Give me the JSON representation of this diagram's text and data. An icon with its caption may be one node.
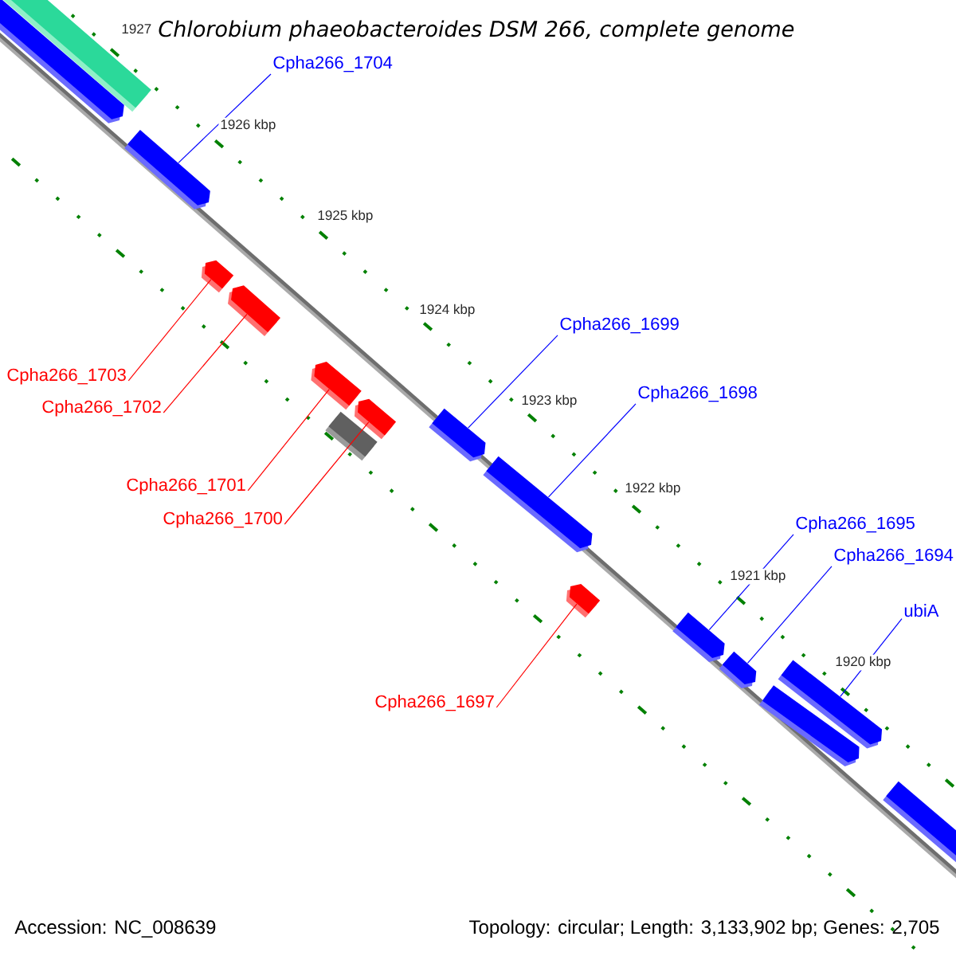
{
  "diagram": {
    "title": "Chlorobium phaeobacteroides DSM 266, complete genome",
    "nodes": [
      {
        "text": [],
        "shape": "bar"
      },
      {
        "text": [],
        "shape": "bar"
      },
      {
        "text": [
          "Cpha266_1704"
        ]
      },
      {
        "text": [],
        "shape": "bar"
      },
      {
        "text": [],
        "shape": "bar"
      },
      {
        "text": [],
        "shape": "bar"
      },
      {
        "text": [
          "Cpha266_1703"
        ]
      },
      {
        "text": [
          "Cpha266_1702"
        ]
      },
      {
        "text": [],
        "shape": "bar"
      },
      {
        "text": [],
        "shape": "bar"
      },
      {
        "text": [],
        "shape": "box"
      },
      {
        "text": [
          "Cpha266_1701"
        ]
      },
      {
        "text": [
          "Cpha266_1700"
        ]
      },
      {
        "text": [
          "Cpha266_1699"
        ]
      },
      {
        "text": [],
        "shape": "bar"
      },
      {
        "text": [
          "Cpha266_1698"
        ]
      },
      {
        "text": [],
        "shape": "bar"
      },
      {
        "text": [],
        "shape": "bar"
      },
      {
        "text": [
          "Cpha266_1697"
        ]
      },
      {
        "text": [
          "Cpha266_1695"
        ]
      },
      {
        "text": [
          "Cpha266_1694"
        ]
      },
      {
        "text": [],
        "shape": "bar"
      },
      {
        "text": [],
        "shape": "bar"
      },
      {
        "text": [
          "ubiA"
        ]
      },
      {
        "text": [],
        "shape": "bar"
      },
      {
        "text": [],
        "shape": "bar"
      },
      {
        "text": [],
        "shape": "bar"
      }
    ],
    "edges": [
      {
        "from": 2,
        "to": 3,
        "arrow": "none"
      },
      {
        "from": 6,
        "to": 4,
        "arrow": "none",
        "color": "#ff0000"
      },
      {
        "from": 7,
        "to": 5,
        "arrow": "none",
        "color": "#ff0000"
      },
      {
        "from": 11,
        "to": 8,
        "arrow": "none",
        "color": "#ff0000"
      },
      {
        "from": 12,
        "to": 9,
        "arrow": "none",
        "color": "#ff0000"
      },
      {
        "from": 13,
        "to": 14,
        "arrow": "none"
      },
      {
        "from": 15,
        "to": 16,
        "arrow": "none"
      },
      {
        "from": 18,
        "to": 17,
        "arrow": "none",
        "color": "#ff0000"
      },
      {
        "from": 19,
        "to": 21,
        "arrow": "none"
      },
      {
        "from": 20,
        "to": 22,
        "arrow": "none"
      },
      {
        "from": 23,
        "to": 24,
        "arrow": "none"
      }
    ],
    "labels": [
      "1927",
      "1926 kbp",
      "1925 kbp",
      "1924 kbp",
      "1923 kbp",
      "1922 kbp",
      "1921 kbp",
      "1920 kbp",
      "Accession: NC_008639",
      "Topology: circular; Length: 3,133,902 bp; Genes: 2,705"
    ]
  }
}
